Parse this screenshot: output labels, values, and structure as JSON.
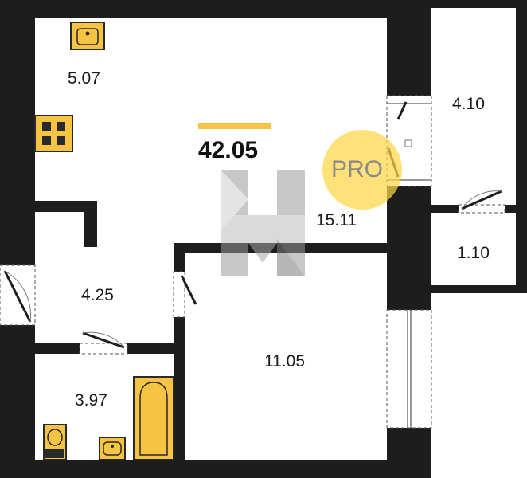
{
  "plan": {
    "total_area": "42.05",
    "rooms": [
      {
        "id": "kitchen",
        "area": "5.07"
      },
      {
        "id": "wardrobe",
        "area": "4.10"
      },
      {
        "id": "living-room",
        "area": "15.11"
      },
      {
        "id": "storage",
        "area": "1.10"
      },
      {
        "id": "hallway",
        "area": "4.25"
      },
      {
        "id": "bedroom",
        "area": "11.05"
      },
      {
        "id": "bathroom",
        "area": "3.97"
      }
    ]
  },
  "badge": {
    "text": "PRO"
  },
  "colors": {
    "wall": "#1d1d1d",
    "accent": "#f6c343",
    "fixture_outline": "#2a2a2a",
    "watermark": "#9a9a9a"
  }
}
